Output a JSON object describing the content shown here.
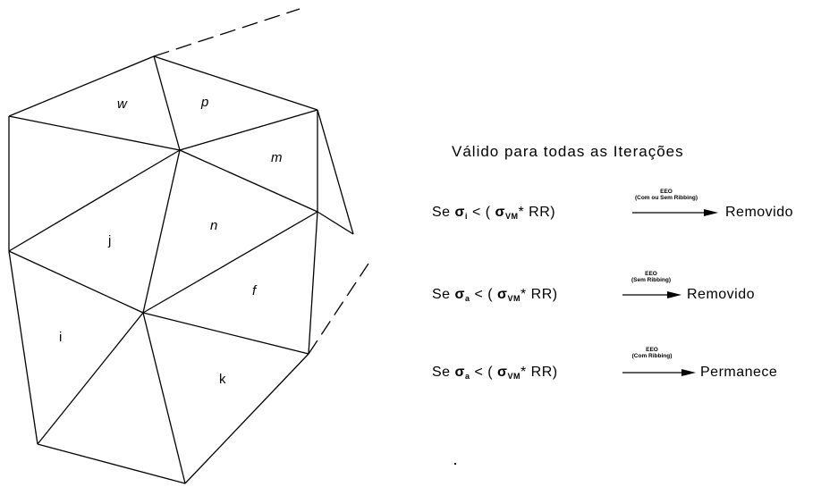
{
  "mesh_labels": {
    "w": "w",
    "p": "p",
    "m": "m",
    "n": "n",
    "j": "j",
    "f": "f",
    "i": "i",
    "k": "k"
  },
  "rules": {
    "title": "Válido para todas as Iterações",
    "rows": [
      {
        "prefix": "Se",
        "sigma": "σ",
        "sigma_sub": "i",
        "op": "<",
        "expr_open": "(",
        "sigma_vm": "σ",
        "sigma_vm_sub": "VM",
        "expr_rest": "* RR)",
        "arrow_top": "EEO",
        "arrow_bottom": "(Com ou Sem Ribbing)",
        "result": "Removido"
      },
      {
        "prefix": "Se",
        "sigma": "σ",
        "sigma_sub": "a",
        "op": "<",
        "expr_open": "(",
        "sigma_vm": "σ",
        "sigma_vm_sub": "VM",
        "expr_rest": "* RR)",
        "arrow_top": "EEO",
        "arrow_bottom": "(Sem Ribbing)",
        "result": "Removido"
      },
      {
        "prefix": "Se",
        "sigma": "σ",
        "sigma_sub": "a",
        "op": "<",
        "expr_open": "(",
        "sigma_vm": "σ",
        "sigma_vm_sub": "VM",
        "expr_rest": "* RR)",
        "arrow_top": "EEO",
        "arrow_bottom": "(Com Ribbing)",
        "result": "Permanece"
      }
    ]
  }
}
